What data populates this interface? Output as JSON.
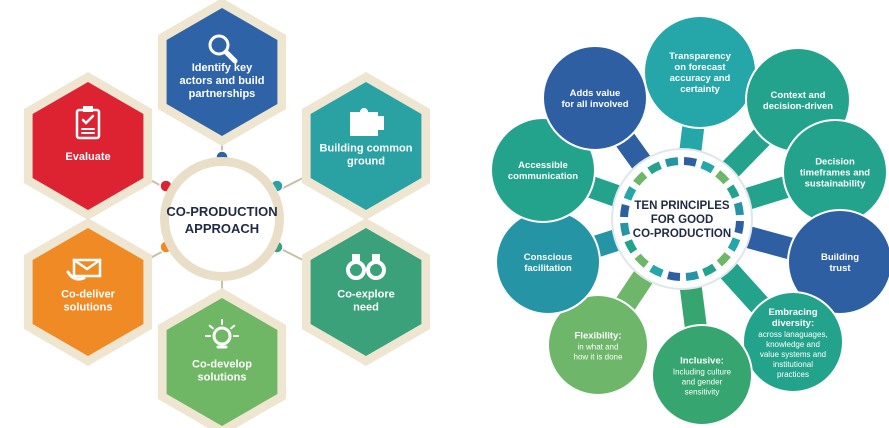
{
  "left_diagram": {
    "center": {
      "line1": "CO-PRODUCTION",
      "line2": "APPROACH"
    },
    "nodes": [
      {
        "lines": [
          "Identify key",
          "actors and build",
          "partnerships"
        ],
        "color": "#2f63a8",
        "dot": "#2f63a8",
        "icon": "magnifier-icon"
      },
      {
        "lines": [
          "Building common",
          "ground"
        ],
        "color": "#2aa1a3",
        "dot": "#2aa1a3",
        "icon": "puzzle-icon"
      },
      {
        "lines": [
          "Co-explore",
          "need"
        ],
        "color": "#3aa17a",
        "dot": "#3aa17a",
        "icon": "binoculars-icon"
      },
      {
        "lines": [
          "Co-develop",
          "solutions"
        ],
        "color": "#6fb665",
        "dot": "#6fb665",
        "icon": "lightbulb-icon"
      },
      {
        "lines": [
          "Co-deliver",
          "solutions"
        ],
        "color": "#ef8a24",
        "dot": "#ef8a24",
        "icon": "handshake-envelope-icon"
      },
      {
        "lines": [
          "Evaluate"
        ],
        "color": "#dd2231",
        "dot": "#dd2231",
        "icon": "clipboard-icon"
      }
    ]
  },
  "right_diagram": {
    "center": {
      "line1": "TEN PRINCIPLES",
      "line2": "FOR GOOD",
      "line3": "CO-PRODUCTION"
    },
    "nodes": [
      {
        "title": [
          "Transparency",
          "on forecast",
          "accuracy and",
          "certainty"
        ],
        "sub": [],
        "color": "#25a7a9"
      },
      {
        "title": [
          "Context and",
          "decision-driven"
        ],
        "sub": [],
        "color": "#24a38c"
      },
      {
        "title": [
          "Decision",
          "timeframes and",
          "sustainability"
        ],
        "sub": [],
        "color": "#24a38c"
      },
      {
        "title": [
          "Building",
          "trust"
        ],
        "sub": [],
        "color": "#2f5fa3"
      },
      {
        "title": [
          "Embracing",
          "diversity:"
        ],
        "sub": [
          "across lanaguages,",
          "knowledge and",
          "value systems and",
          "institutional",
          "practices"
        ],
        "color": "#24a38c"
      },
      {
        "title": [
          "Inclusive:"
        ],
        "sub": [
          "Including culture",
          "and gender",
          "sensitivity"
        ],
        "color": "#36a56f"
      },
      {
        "title": [
          "Flexibility:"
        ],
        "sub": [
          "in what and",
          "how it is done"
        ],
        "color": "#6db66a"
      },
      {
        "title": [
          "Conscious",
          "facilitation"
        ],
        "sub": [],
        "color": "#2595a6"
      },
      {
        "title": [
          "Accessible",
          "communication"
        ],
        "sub": [],
        "color": "#24a38c"
      },
      {
        "title": [
          "Adds value",
          "for all involved"
        ],
        "sub": [],
        "color": "#2f5fa3"
      }
    ]
  }
}
